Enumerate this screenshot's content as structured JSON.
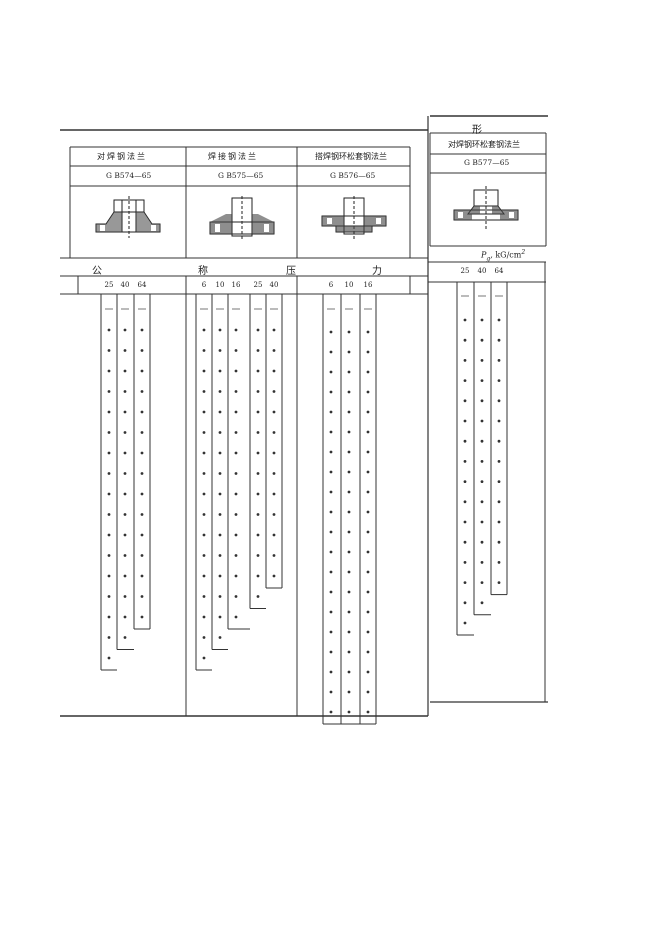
{
  "page": {
    "shape_heading": "形",
    "pressure_heading": [
      "公",
      "称",
      "压",
      "力"
    ],
    "pressure_unit": "P_g, kG/cm²",
    "pressure_unit_text": "kG/cm",
    "pressure_unit_symbol": "P",
    "pressure_unit_sub": "g",
    "pressure_unit_sup": "2"
  },
  "flanges": [
    {
      "name": "对焊钢法兰",
      "standard": "G B574—65",
      "pressure_columns": [
        "25",
        "40",
        "64"
      ],
      "dot_rows": [
        17,
        16,
        15
      ],
      "icon": "weld-neck-flange-icon"
    },
    {
      "name": "焊接钢法兰",
      "standard": "G B575—65",
      "pressure_columns": [
        "6",
        "10",
        "16",
        "25",
        "40"
      ],
      "dot_rows": [
        17,
        16,
        15,
        14,
        13
      ],
      "icon": "slip-on-flange-icon"
    },
    {
      "name": "搭焊钢环松套钢法兰",
      "standard": "G B576—65",
      "pressure_columns": [
        "6",
        "10",
        "16"
      ],
      "dot_rows": [
        20,
        20,
        20
      ],
      "icon": "lap-joint-flange-icon"
    },
    {
      "name": "对焊钢环松套钢法兰",
      "standard": "G B577—65",
      "pressure_columns": [
        "25",
        "40",
        "64"
      ],
      "dot_rows": [
        16,
        15,
        14
      ],
      "icon": "loose-ring-flange-icon"
    }
  ]
}
